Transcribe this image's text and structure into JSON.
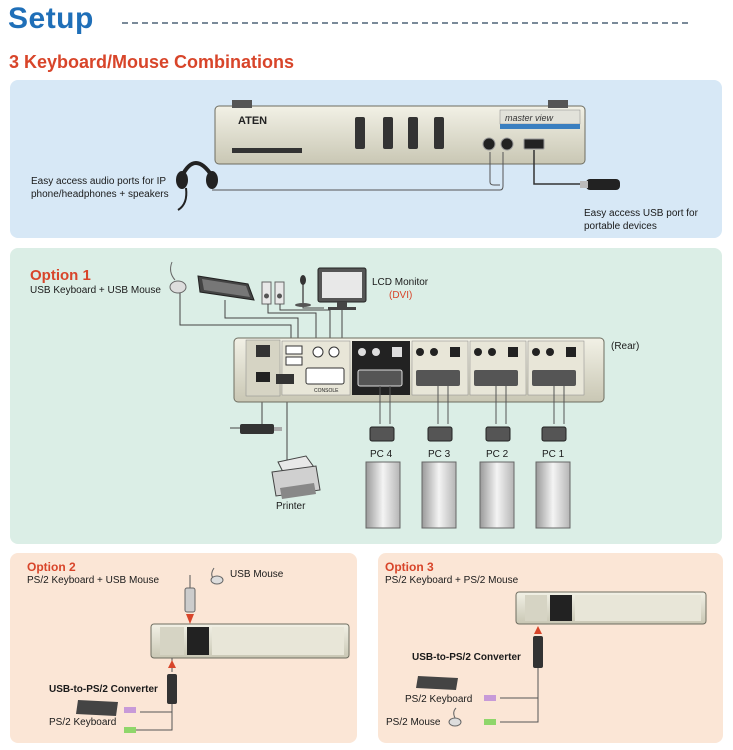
{
  "header": {
    "title": "Setup",
    "subtitle": "3 Keyboard/Mouse Combinations"
  },
  "top_panel": {
    "device_brand": "ATEN",
    "device_model": "master view",
    "audio_label": "Easy access audio ports for IP phone/headphones + speakers",
    "usb_label": "Easy access USB port for portable devices"
  },
  "option1": {
    "title": "Option 1",
    "subtitle": "USB Keyboard + USB Mouse",
    "lcd_label": "LCD Monitor",
    "lcd_sub": "(DVI)",
    "rear_label": "(Rear)",
    "printer_label": "Printer",
    "console_label": "CONSOLE",
    "pcs": [
      "PC 4",
      "PC 3",
      "PC 2",
      "PC 1"
    ]
  },
  "option2": {
    "title": "Option 2",
    "subtitle": "PS/2 Keyboard + USB Mouse",
    "usb_mouse": "USB Mouse",
    "converter": "USB-to-PS/2 Converter",
    "ps2_keyboard": "PS/2 Keyboard"
  },
  "option3": {
    "title": "Option 3",
    "subtitle": "PS/2 Keyboard + PS/2 Mouse",
    "converter": "USB-to-PS/2 Converter",
    "ps2_keyboard": "PS/2 Keyboard",
    "ps2_mouse": "PS/2 Mouse"
  },
  "colors": {
    "title_blue": "#1f6fb8",
    "accent_red": "#d8452a",
    "panel_blue": "#d7e8f6",
    "panel_green": "#dbeee6",
    "panel_peach": "#fbe6d6"
  }
}
